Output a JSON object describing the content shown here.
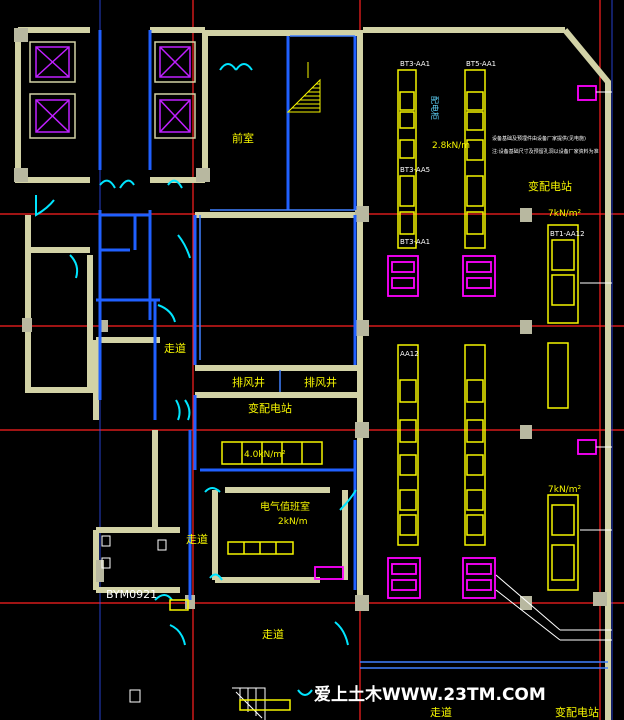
{
  "rooms": {
    "office": "前室",
    "corridor_1": "走道",
    "corridor_2": "走道",
    "corridor_3": "走道",
    "corridor_4": "走道",
    "exhaust_1": "排风井",
    "exhaust_2": "排风井",
    "power_room_1": "变配电站",
    "power_room_2": "变配电站",
    "power_room_3": "变配电站",
    "control_room": "电气值班室",
    "tag_room": "BYM0921"
  },
  "loads": {
    "l1": "2.8kN/m",
    "l2": "7kN/m²",
    "l3": "4.0kN/m²",
    "l4": "2kN/m",
    "l5": "7kN/m²"
  },
  "equipment_labels": {
    "a1": "BT3-AA1",
    "a2": "BT5-AA1",
    "a3": "BT3-AA5",
    "a4": "BT3-AA1",
    "a5": "BT1-AA12",
    "a6": "AA12",
    "note_vertical": "配电柜"
  },
  "notes": {
    "n1": "设备基础及预埋件由设备厂家提供(见电施)",
    "n2": "注:设备基础尺寸及预留孔洞以设备厂家资料为准"
  },
  "watermark": "爱上土木WWW.23TM.COM",
  "colors": {
    "wall": "#d2d2a6",
    "yellow": "#f6f600",
    "blue": "#2060ff",
    "cyan": "#00e5ff",
    "red": "#ff2020",
    "magenta": "#ff00ff",
    "white": "#ffffff",
    "gray": "#a0a0a0"
  }
}
